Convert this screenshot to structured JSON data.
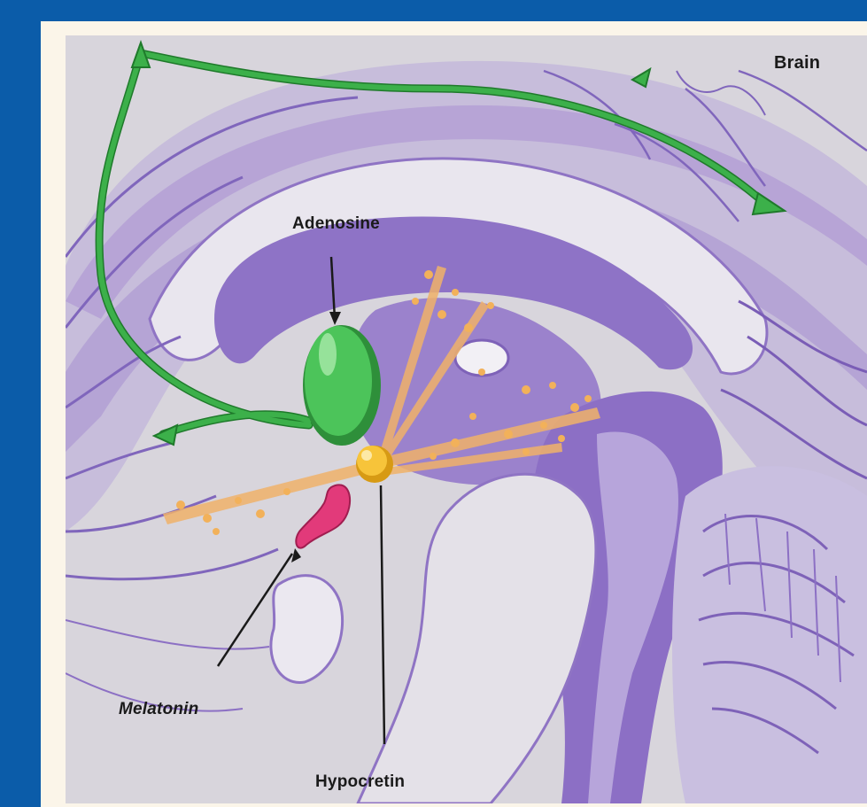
{
  "labels": {
    "brain": "Brain",
    "adenosine": "Adenosine",
    "melatonin": "Melatonin",
    "hypocretin": "Hypocretin"
  },
  "colors": {
    "frame": "#0b5ca9",
    "background": "#fbf5e9",
    "tissue": "#b9a6d8",
    "tissue_dark": "#7e62b8",
    "pathway": "#2f9a3a",
    "adenosine_structure": "#3cb04a",
    "hypocretin_structure": "#f2b22a",
    "melatonin_structure": "#e23a7a",
    "projections": "#f0b26a"
  },
  "icons": [
    "green-pathway-arrow",
    "adenosine-oval",
    "hypocretin-nucleus",
    "pineal-gland",
    "orange-projections"
  ]
}
